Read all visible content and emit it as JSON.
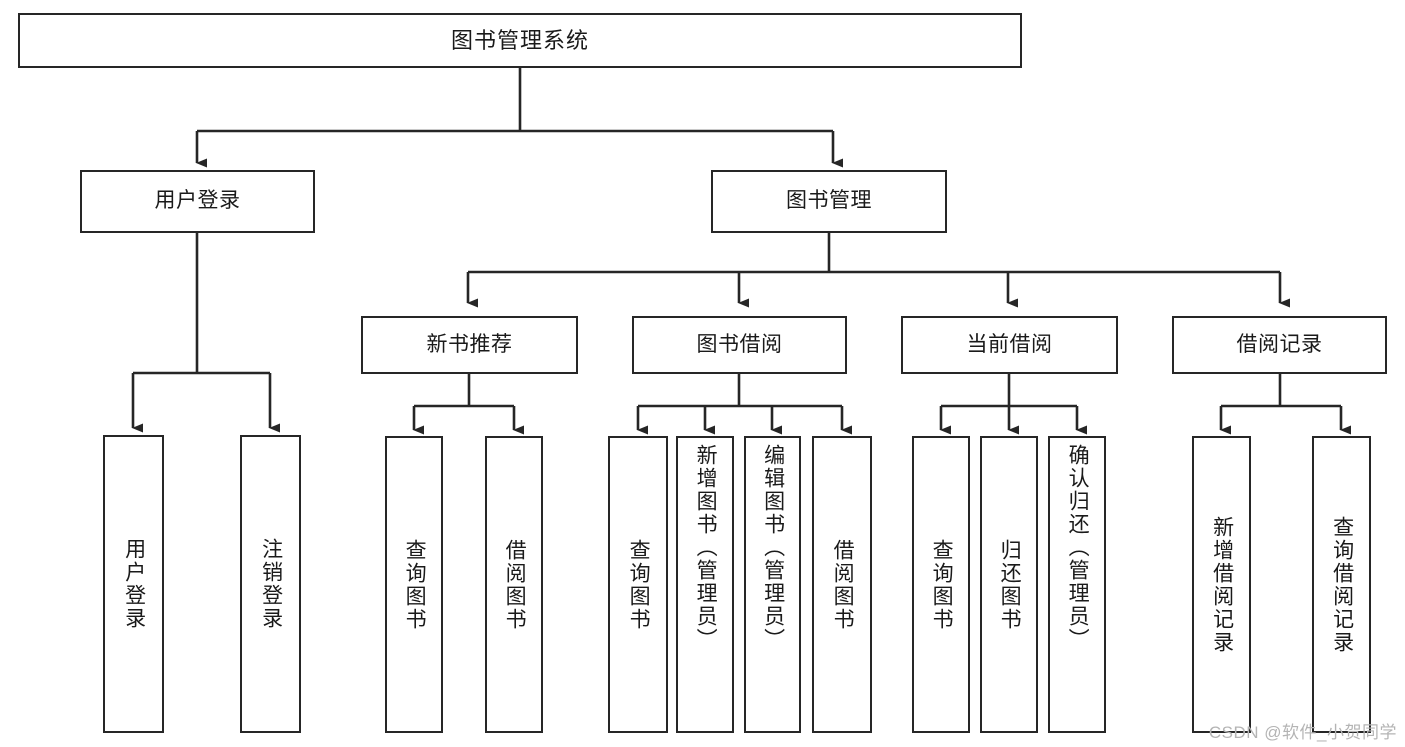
{
  "diagram": {
    "title": "图书管理系统",
    "type": "功能结构图",
    "stroke_color": "#262626",
    "background_color": "#ffffff",
    "text_color": "#1a1a1a"
  },
  "root": {
    "label": "图书管理系统"
  },
  "tier2": [
    {
      "id": "user-login",
      "label": "用户登录"
    },
    {
      "id": "book-management",
      "label": "图书管理"
    }
  ],
  "tier3": [
    {
      "id": "new-book-recommend",
      "label": "新书推荐"
    },
    {
      "id": "book-borrow",
      "label": "图书借阅"
    },
    {
      "id": "current-borrow",
      "label": "当前借阅"
    },
    {
      "id": "borrow-record",
      "label": "借阅记录"
    }
  ],
  "leaves": {
    "user_login": [
      {
        "id": "user-login-leaf",
        "label": "用户登录"
      },
      {
        "id": "logout-leaf",
        "label": "注销登录"
      }
    ],
    "new_book_recommend": [
      {
        "id": "query-book-1",
        "label": "查询图书"
      },
      {
        "id": "borrow-book-1",
        "label": "借阅图书"
      }
    ],
    "book_borrow": [
      {
        "id": "query-book-2",
        "label": "查询图书"
      },
      {
        "id": "add-book",
        "label": "新增图书（管理员）"
      },
      {
        "id": "edit-book",
        "label": "编辑图书（管理员）"
      },
      {
        "id": "borrow-book-2",
        "label": "借阅图书"
      }
    ],
    "current_borrow": [
      {
        "id": "query-book-3",
        "label": "查询图书"
      },
      {
        "id": "return-book",
        "label": "归还图书"
      },
      {
        "id": "confirm-return",
        "label": "确认归还（管理员）"
      }
    ],
    "borrow_record": [
      {
        "id": "add-borrow-record",
        "label": "新增借阅记录"
      },
      {
        "id": "query-borrow-record",
        "label": "查询借阅记录"
      }
    ]
  },
  "watermark": {
    "text": "CSDN @软件_小贺同学"
  }
}
